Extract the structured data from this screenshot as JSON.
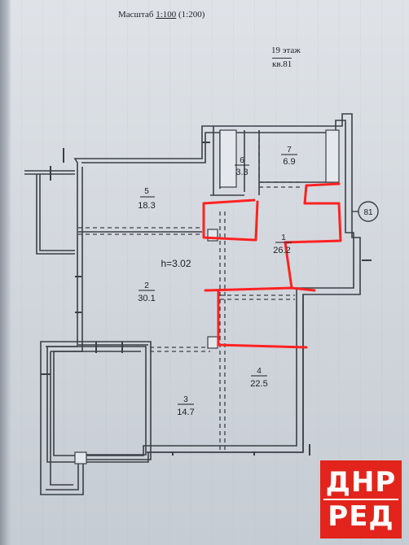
{
  "header": {
    "scale_prefix": "Масштаб ",
    "scale_main": "1:100",
    "scale_alt": " (1:200)",
    "floor": "19 этаж",
    "apartment": "кв.81"
  },
  "ceiling_height": "h=3.02",
  "marker": "81",
  "rooms": [
    {
      "num": "1",
      "area": "26.2"
    },
    {
      "num": "2",
      "area": "30.1"
    },
    {
      "num": "3",
      "area": "14.7"
    },
    {
      "num": "4",
      "area": "22.5"
    },
    {
      "num": "5",
      "area": "18.3"
    },
    {
      "num": "6",
      "area": "3.3"
    },
    {
      "num": "7",
      "area": "6.9"
    }
  ],
  "logo": {
    "top": "ДНР",
    "bottom": "РЕД",
    "color": "#e2241c"
  },
  "colors": {
    "walls": "#3a3f46",
    "markup": "#ff2222"
  }
}
